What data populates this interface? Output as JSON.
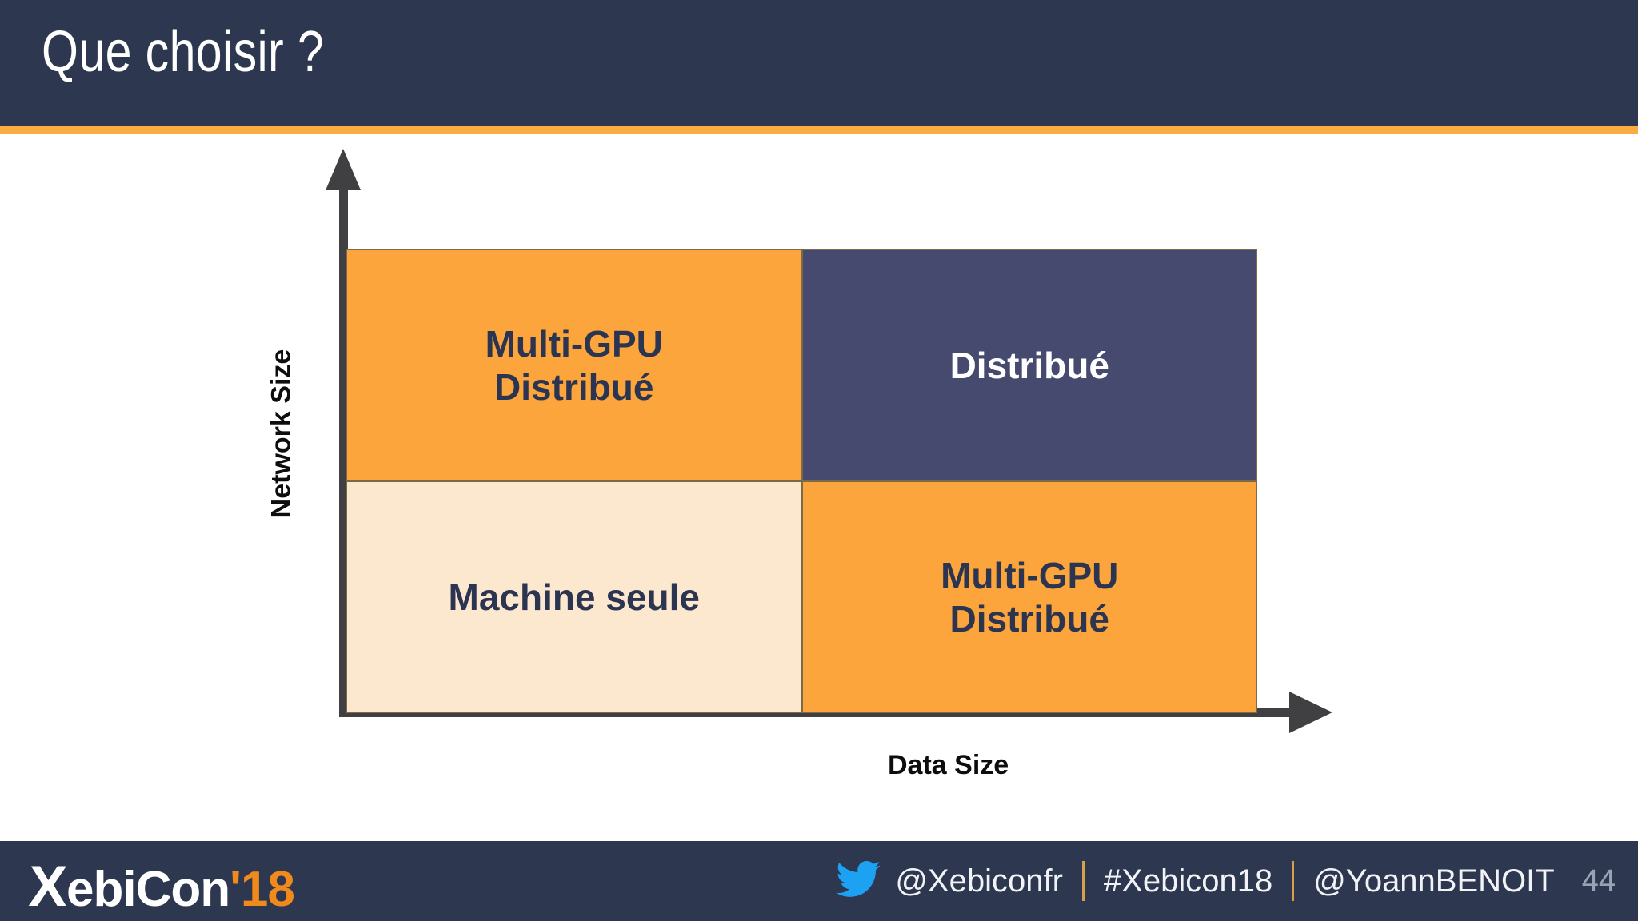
{
  "header": {
    "title": "Que choisir ?",
    "background_color": "#2d374f",
    "accent_color": "#fbab41"
  },
  "chart_data": {
    "type": "table",
    "title": "Que choisir ?",
    "xlabel": "Data Size",
    "ylabel": "Network Size",
    "grid": false,
    "legend_position": "none",
    "x_axis": {
      "label": "Data Size",
      "direction": "increasing-right",
      "arrow": true
    },
    "y_axis": {
      "label": "Network Size",
      "direction": "increasing-up",
      "arrow": true
    },
    "quadrants": [
      {
        "position": "top-left",
        "x_level": "low",
        "y_level": "high",
        "label": "Multi-GPU\nDistribué",
        "fill_color": "#fba53c",
        "text_color": "#2b3450"
      },
      {
        "position": "top-right",
        "x_level": "high",
        "y_level": "high",
        "label": "Distribué",
        "fill_color": "#454a6e",
        "text_color": "#ffffff"
      },
      {
        "position": "bottom-left",
        "x_level": "low",
        "y_level": "low",
        "label": "Machine seule",
        "fill_color": "#fce8cf",
        "text_color": "#2b3450"
      },
      {
        "position": "bottom-right",
        "x_level": "high",
        "y_level": "low",
        "label": "Multi-GPU\nDistribué",
        "fill_color": "#fba53c",
        "text_color": "#2b3450"
      }
    ]
  },
  "footer": {
    "logo": {
      "mark": "X",
      "word": "ebiCon",
      "year": "'18"
    },
    "twitter_icon": "twitter-bird-icon",
    "twitter_handle": "@Xebiconfr",
    "hashtag": "#Xebicon18",
    "speaker_handle": "@YoannBENOIT",
    "slide_number": "44",
    "background_color": "#2d374f",
    "divider_color": "#d9a04a",
    "twitter_blue": "#1da1f2"
  }
}
